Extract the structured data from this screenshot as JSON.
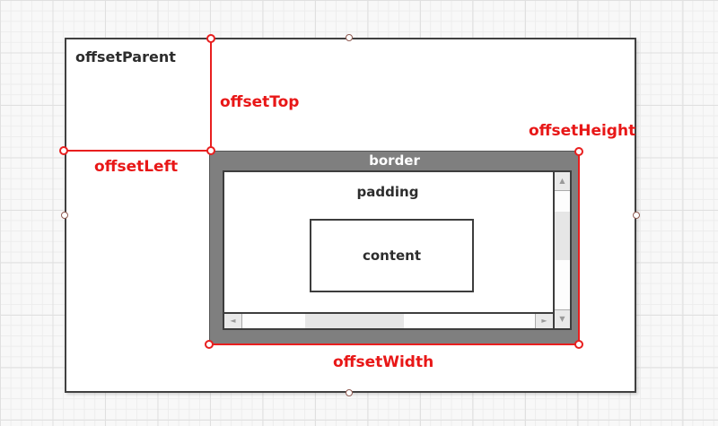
{
  "diagram": {
    "parent_label": "offsetParent",
    "box_model": {
      "border_label": "border",
      "padding_label": "padding",
      "content_label": "content"
    },
    "metrics": {
      "top": "offsetTop",
      "left": "offsetLeft",
      "width": "offsetWidth",
      "height": "offsetHeight"
    },
    "scrollbar_icons": {
      "up_arrow": "▲",
      "down_arrow": "▼",
      "left_arrow": "◄",
      "right_arrow": "►"
    },
    "colors": {
      "measure_red": "#e81f1f",
      "border_gray": "#7f7f7f",
      "outline_dark": "#3d3d3d",
      "parent_border": "#404040",
      "grid_line": "#ededed"
    }
  }
}
